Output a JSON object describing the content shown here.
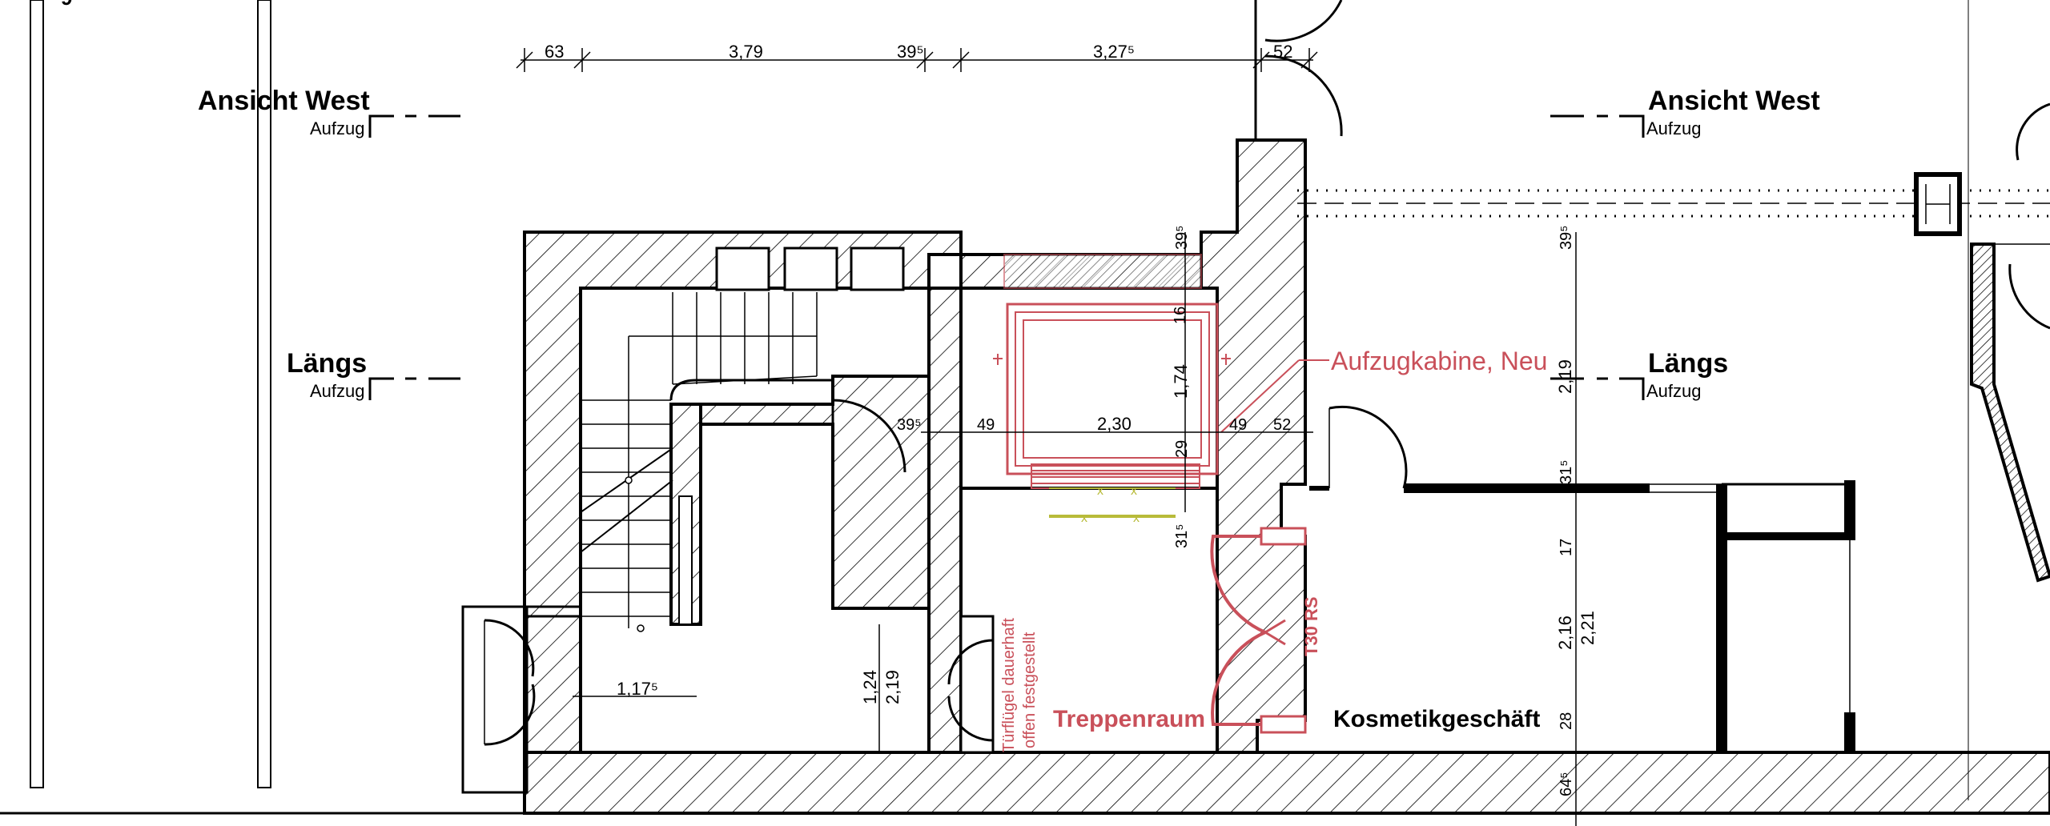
{
  "labels": {
    "ansicht_west_left": "Ansicht West",
    "aufzug_1": "Aufzug",
    "ansicht_west_right": "Ansicht West",
    "aufzug_2": "Aufzug",
    "laengs_left": "Längs",
    "aufzug_3": "Aufzug",
    "laengs_right": "Längs",
    "aufzug_4": "Aufzug",
    "aufzugkabine": "Aufzugkabine, Neu",
    "treppenraum": "Treppenraum",
    "kosmetikgeschaeft": "Kosmetikgeschäft",
    "t30rs": "T30 RS",
    "tuerfluegel_1": "Türflügel dauerhaft",
    "tuerfluegel_2": "offen festgestellt"
  },
  "dims": {
    "top_63": "63",
    "top_379": "3,79",
    "top_395": "39⁵",
    "top_3275": "3,27⁵",
    "top_52": "52",
    "v_395_top": "39⁵",
    "v_16": "16",
    "v_174": "1,74",
    "h_395": "39⁵",
    "h_49_left": "49",
    "h_230": "2,30",
    "h_49_right": "49",
    "h_52": "52",
    "v_29": "29",
    "v_315_left": "31⁵",
    "rv_395": "39⁵",
    "rv_219": "2,19",
    "rv_315": "31⁵",
    "rv_17": "17",
    "rv_216": "2,16",
    "rv_221": "2,21",
    "rv_28": "28",
    "rv_645": "64⁵",
    "h_1175": "1,17⁵",
    "v_124": "1,24",
    "v_219_lower": "2,19"
  },
  "colors": {
    "line": "#000000",
    "accent_red": "#c9505a",
    "door_yellow": "#b8bb3a"
  }
}
